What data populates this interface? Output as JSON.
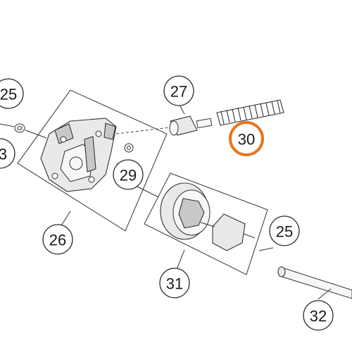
{
  "callouts": [
    {
      "id": "c25a",
      "label": "25"
    },
    {
      "id": "c3",
      "label": "3"
    },
    {
      "id": "c27",
      "label": "27"
    },
    {
      "id": "c30",
      "label": "30"
    },
    {
      "id": "c29",
      "label": "29"
    },
    {
      "id": "c26",
      "label": "26"
    },
    {
      "id": "c25b",
      "label": "25"
    },
    {
      "id": "c31",
      "label": "31"
    },
    {
      "id": "c32",
      "label": "32"
    }
  ],
  "highlight_callout": "30",
  "colors": {
    "highlight": "#e8751a",
    "line": "#333333",
    "background": "#ffffff"
  }
}
